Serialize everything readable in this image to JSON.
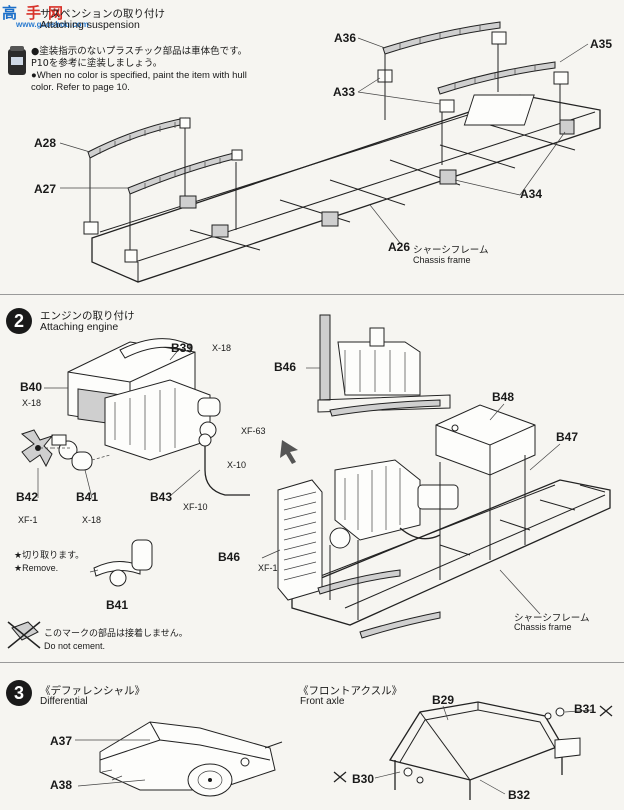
{
  "watermark": {
    "chars": [
      "高",
      "手",
      "网"
    ],
    "url": "www.gaoshou.com"
  },
  "step1": {
    "title_jp": "サスペンションの取り付け",
    "title_en": "Attaching suspension",
    "note_jp": "●塗装指示のないプラスチック部品は車体色です。P10を参考に塗装しましょう。",
    "note_jp_1": "●塗装指示のないプラスチック部品は車体色です。",
    "note_jp_2": "P10を参考に塗装しましょう。",
    "note_en_1": "●When no color is specified, paint the item with hull",
    "note_en_2": "color. Refer to page 10.",
    "parts": [
      "A36",
      "A35",
      "A33",
      "A28",
      "A27",
      "A34",
      "A26"
    ],
    "frame_jp": "シャーシフレーム",
    "frame_en": "Chassis frame"
  },
  "step2": {
    "number": "2",
    "title_jp": "エンジンの取り付け",
    "title_en": "Attaching engine",
    "parts": [
      "B39",
      "B40",
      "B42",
      "B41",
      "B43",
      "B46",
      "B48",
      "B47",
      "B46",
      "B41"
    ],
    "codes": [
      "X-18",
      "X-18",
      "XF-63",
      "X-10",
      "XF-10",
      "XF-1",
      "X-18",
      "XF-1"
    ],
    "remove_jp": "★切り取ります。",
    "remove_en": "★Remove.",
    "nocement_jp": "このマークの部品は接着しません。",
    "nocement_en": "Do not cement.",
    "frame_jp": "シャーシフレーム",
    "frame_en": "Chassis frame"
  },
  "step3": {
    "number": "3",
    "diff_jp": "《デファレンシャル》",
    "diff_en": "Differential",
    "axle_jp": "《フロントアクスル》",
    "axle_en": "Front axle",
    "parts": [
      "A37",
      "A38",
      "B29",
      "B31",
      "B30",
      "B32"
    ]
  }
}
